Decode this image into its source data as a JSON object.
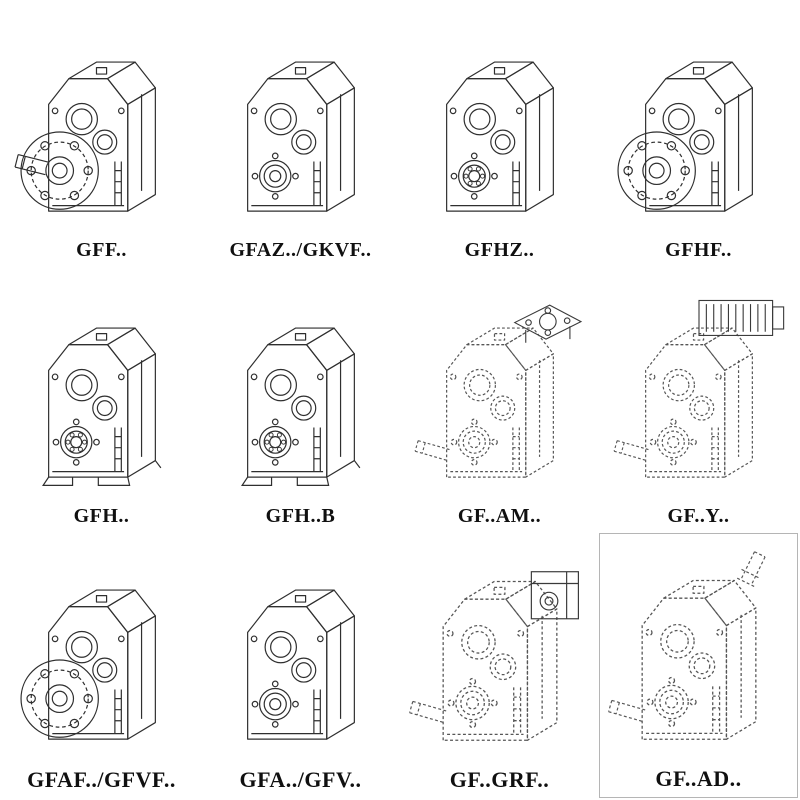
{
  "page": {
    "background": "#ffffff",
    "ink": "#2f2f2f"
  },
  "catalog": {
    "items": [
      {
        "label": "GFF..",
        "variant": "flange-with-shaft",
        "line_style": "solid"
      },
      {
        "label": "GFAZ../GKVF..",
        "variant": "hollow-shaft",
        "line_style": "solid"
      },
      {
        "label": "GFHZ..",
        "variant": "hollow-shaft",
        "line_style": "solid"
      },
      {
        "label": "GFHF..",
        "variant": "flange-hollow",
        "line_style": "solid"
      },
      {
        "label": "GFH..",
        "variant": "foot-mounted",
        "line_style": "solid"
      },
      {
        "label": "GFH..B",
        "variant": "foot-mounted-b",
        "line_style": "solid"
      },
      {
        "label": "GF..AM..",
        "variant": "top-flange-adapter",
        "line_style": "dashed"
      },
      {
        "label": "GF..Y..",
        "variant": "motor-mounted",
        "line_style": "dashed"
      },
      {
        "label": "GFAF../GFVF..",
        "variant": "flange-hollow",
        "line_style": "solid"
      },
      {
        "label": "GFA../GFV..",
        "variant": "hollow-shaft",
        "line_style": "solid"
      },
      {
        "label": "GF..GRF..",
        "variant": "input-adapter",
        "line_style": "dashed"
      },
      {
        "label": "GF..AD..",
        "variant": "top-shaft-adapter",
        "line_style": "dashed"
      }
    ]
  }
}
